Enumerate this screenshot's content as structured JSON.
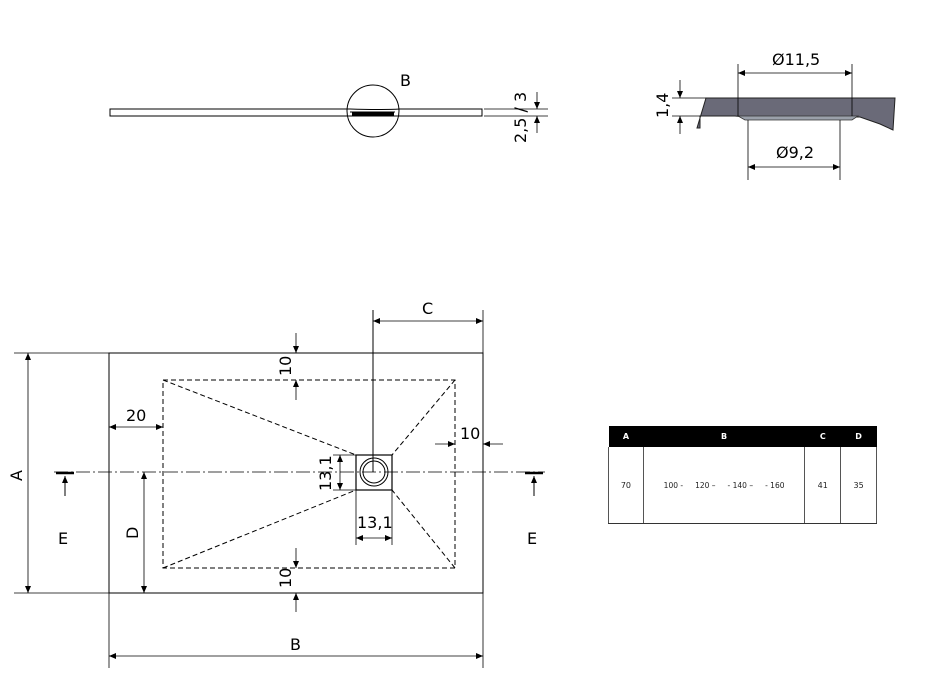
{
  "side_view": {
    "detail_label": "B",
    "thickness_label": "2,5 / 3"
  },
  "detail_b": {
    "outer_diameter": "Ø11,5",
    "inner_diameter": "Ø9,2",
    "lip_height": "1,4"
  },
  "plan_view": {
    "dim_a": "A",
    "dim_b": "B",
    "dim_c": "C",
    "dim_d": "D",
    "section_left": "E",
    "section_right": "E",
    "margin_left": "20",
    "margin_top": "10",
    "margin_bottom": "10",
    "margin_right": "10",
    "drain_w": "13,1",
    "drain_h": "13,1"
  },
  "table": {
    "headers": [
      "A",
      "B",
      "C",
      "D"
    ],
    "row": {
      "a": "70",
      "b": [
        "100 -",
        "120 –",
        "- 140 –",
        "- 160"
      ],
      "c": "41",
      "d": "35"
    }
  },
  "colors": {
    "line": "#000000",
    "detail_fill": "#6a6a78",
    "table_header": "#000000"
  }
}
